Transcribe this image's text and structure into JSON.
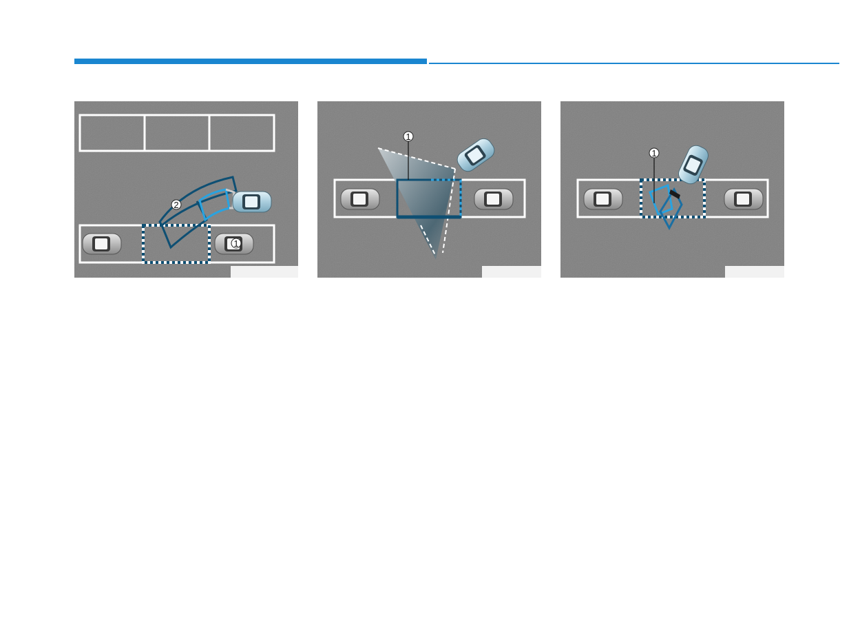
{
  "colors": {
    "accent": "#1a86d0",
    "dark_blue": "#0e4f73",
    "light_blue": "#29a3e0",
    "asphalt": "#808080",
    "line_white": "#ffffff"
  },
  "figure1": {
    "callout_1": "1",
    "callout_2": "2"
  },
  "figure2": {
    "callout_1": "1"
  },
  "figure3": {
    "callout_1": "1"
  }
}
